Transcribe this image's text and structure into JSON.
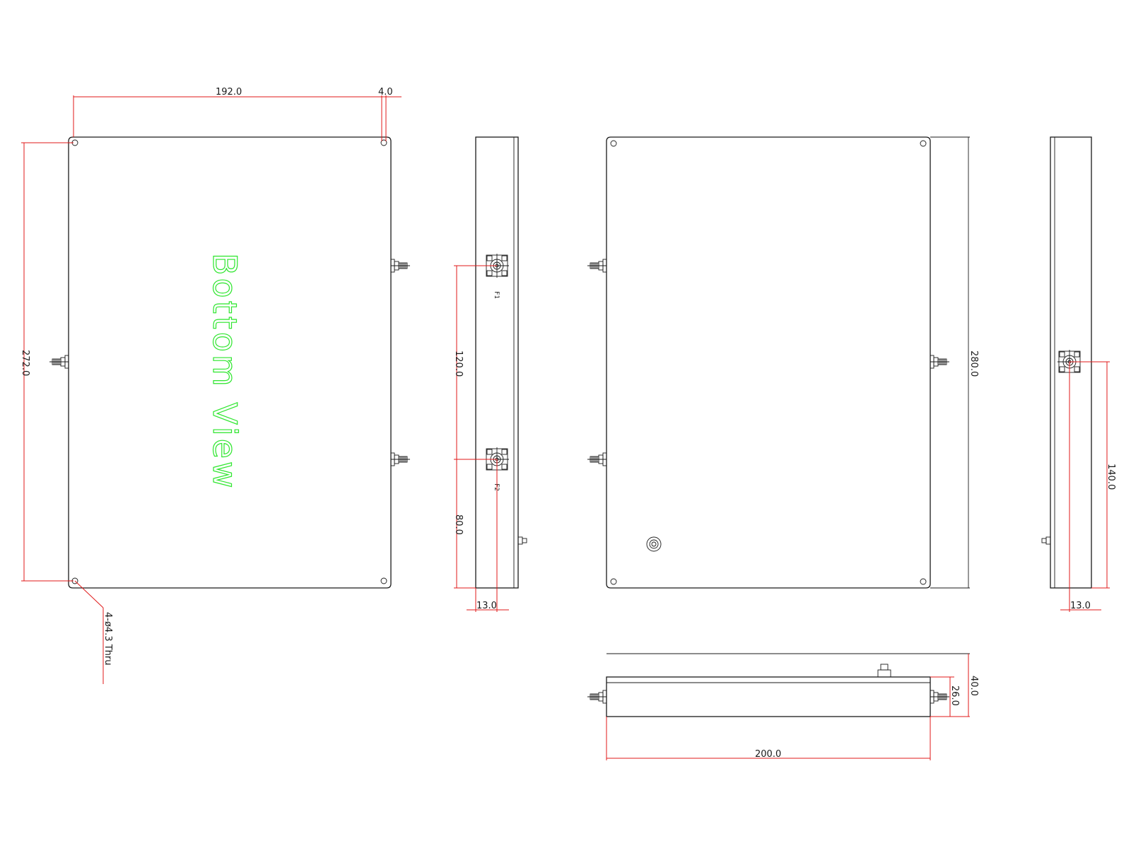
{
  "view_label": "Bottom View",
  "hole_note": "4-ø4.3 Thru",
  "port_labels": {
    "f1": "F1",
    "f2": "F2"
  },
  "dimensions": {
    "width_between_holes": "192.0",
    "hole_edge_offset": "4.0",
    "height_between_holes": "272.0",
    "port_spacing": "120.0",
    "port_to_edge": "80.0",
    "side_port_offset": "13.0",
    "overall_height": "280.0",
    "right_port_from_edge": "140.0",
    "right_side_offset": "13.0",
    "overall_width": "200.0",
    "body_thickness": "26.0",
    "total_thickness": "40.0"
  },
  "colors": {
    "outline": "#1a1a1a",
    "dimension": "#e01a1a",
    "label": "#2ee62e"
  }
}
